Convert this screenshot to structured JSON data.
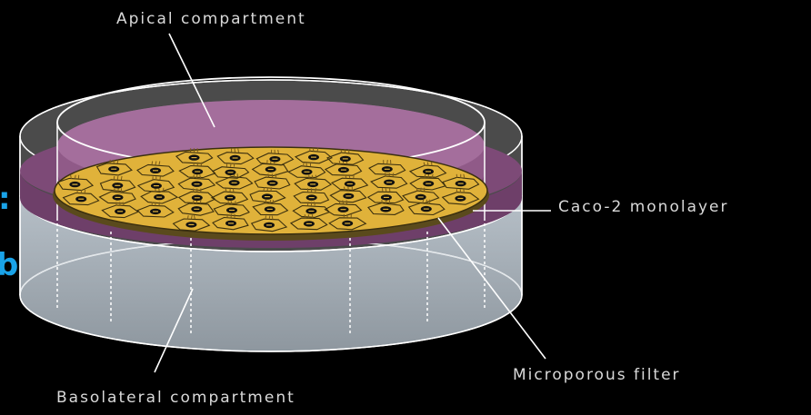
{
  "labels": {
    "apical": "Apical compartment",
    "monolayer": "Caco-2 monolayer",
    "filter": "Microporous filter",
    "basolateral": "Basolateral compartment"
  },
  "edge_text": {
    "line1": ":",
    "line2": "b"
  },
  "colors": {
    "background": "#000000",
    "label": "#d9d9d9",
    "edge_text": "#1aa3e8",
    "apical_medium": "#b07aa8",
    "basolateral_medium": "#a7b1ba",
    "monolayer": "#e0b23a"
  }
}
